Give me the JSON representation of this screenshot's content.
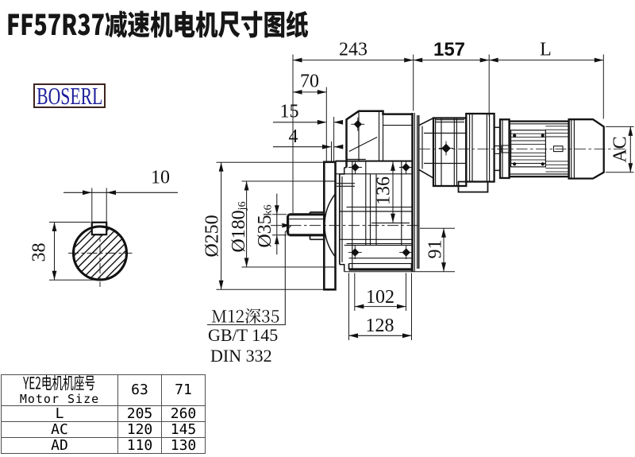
{
  "title": {
    "text": "FF57R37减速机电机尺寸图纸"
  },
  "logo": {
    "text": "BOSERL",
    "text_color": "#1d1d9a",
    "border_color": "#3c241e"
  },
  "dimensions": {
    "gear_unit_length": "243",
    "adapter_length": "157",
    "motor_length": "L",
    "shaft_length": "70",
    "face_offset_15": "15",
    "face_offset_4": "4",
    "keyway_width": "10",
    "key_depth": "38",
    "flange_diameter": "Ø250",
    "spigot_diameter": "Ø180",
    "spigot_fit": "j6",
    "shaft_diameter": "Ø35",
    "shaft_fit": "k6",
    "case_height_136": "136",
    "foot_height_91": "91",
    "foot_bolt_spacing": "102",
    "foot_width": "128",
    "motor_diameter": "AC"
  },
  "notes": {
    "thread": "M12深35",
    "gb_standard": "GB/T 145",
    "din_standard": "DIN 332"
  },
  "table": {
    "header": {
      "row_label_cn": "YE2电机机座号",
      "row_label_en": "Motor Size",
      "columns": [
        "63",
        "71"
      ]
    },
    "rows": [
      {
        "label": "L",
        "values": [
          "205",
          "260"
        ]
      },
      {
        "label": "AC",
        "values": [
          "120",
          "145"
        ]
      },
      {
        "label": "AD",
        "values": [
          "110",
          "130"
        ]
      }
    ]
  }
}
